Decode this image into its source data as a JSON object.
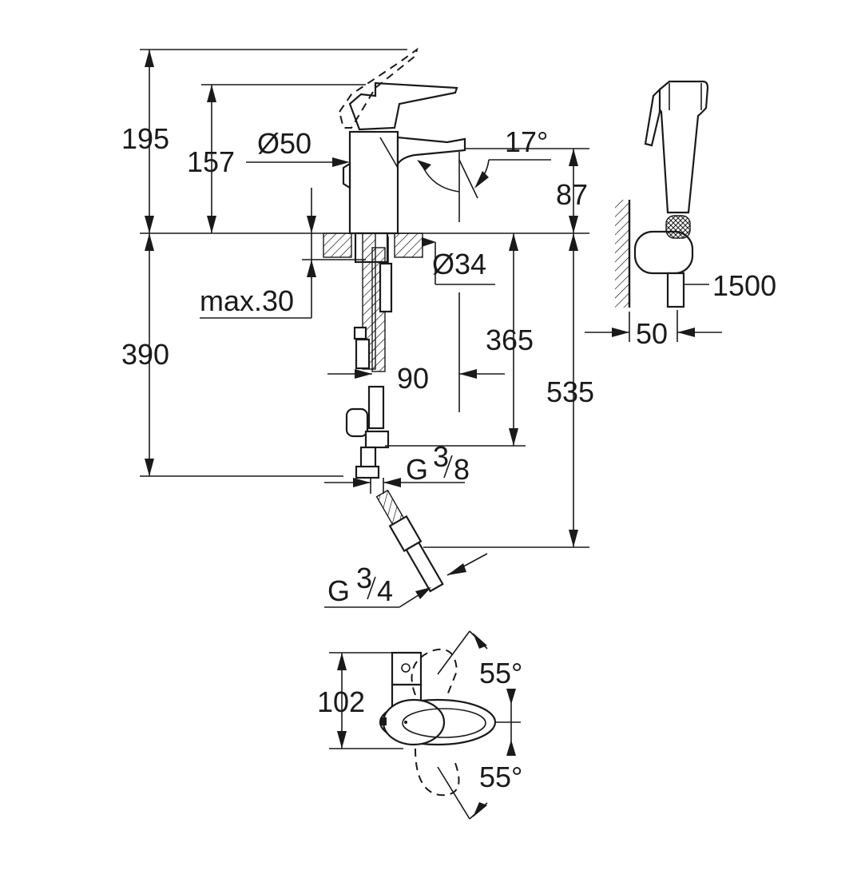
{
  "dimensions": {
    "d195": "195",
    "d157": "157",
    "d50dia": "Ø50",
    "d17deg": "17°",
    "d87": "87",
    "d34dia": "Ø34",
    "dmax30": "max.30",
    "d390": "390",
    "d365": "365",
    "d90": "90",
    "d535": "535",
    "d1500": "1500",
    "d50": "50",
    "g38_letter": "G",
    "g38_num": "3",
    "g38_den": "8",
    "g34_letter": "G",
    "g34_num": "3",
    "g34_den": "4",
    "d102": "102",
    "d55a": "55°",
    "d55b": "55°"
  },
  "colors": {
    "line": "#1a1a1a",
    "background": "#ffffff",
    "hatch": "#d8d8d8"
  }
}
